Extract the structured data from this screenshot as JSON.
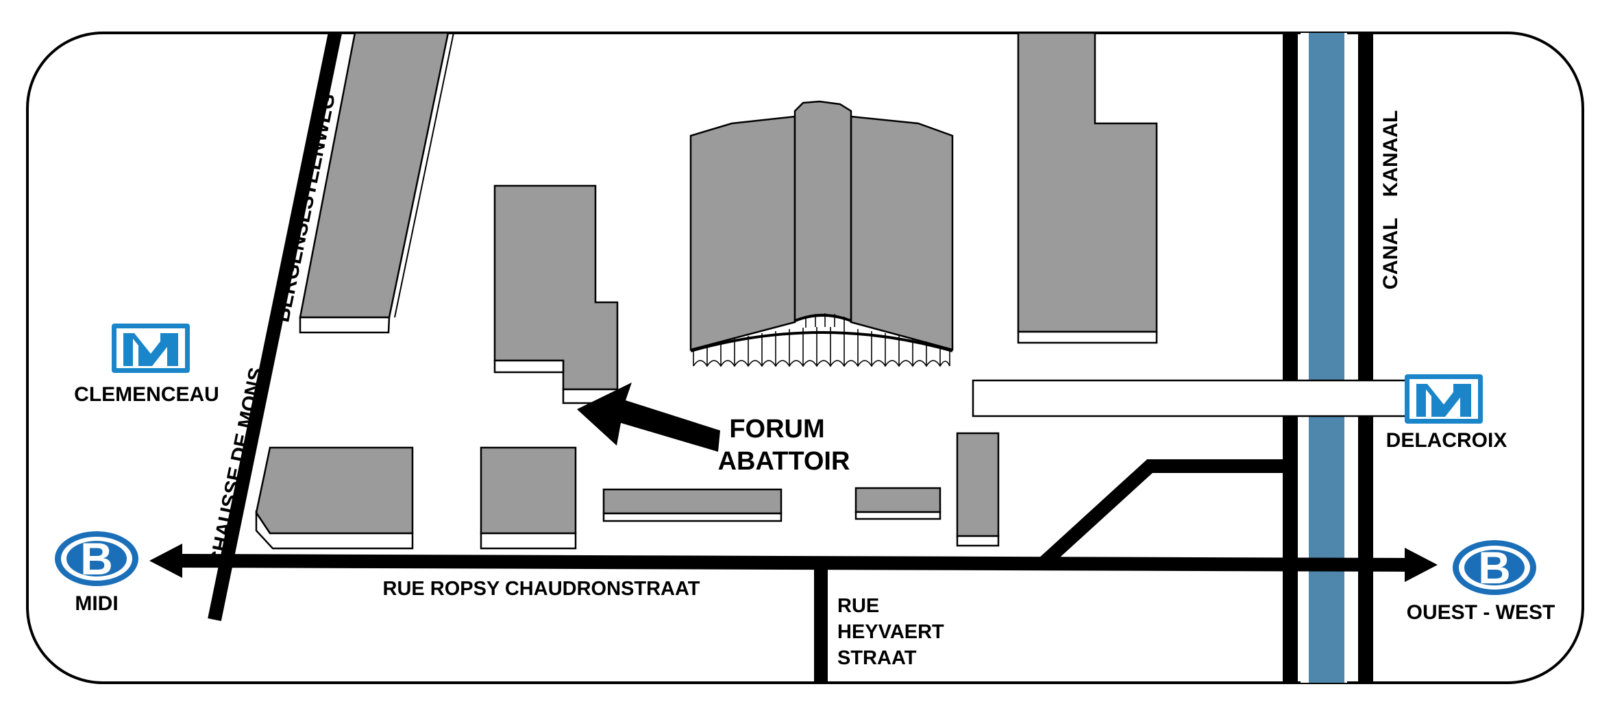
{
  "colors": {
    "building": "#9b9b9b",
    "canal": "#4f87ac",
    "road": "#000000",
    "metro": "#1a85c8",
    "rail": "#1a6fb8",
    "background": "#ffffff"
  },
  "streets": {
    "chaussee_line1": "BERGENSESTEENWEG",
    "chaussee_line2": "CHAUSSE DE MONS",
    "ropsy": "RUE ROPSY CHAUDRONSTRAAT",
    "heyvaert_line1": "RUE",
    "heyvaert_line2": "HEYVAERT",
    "heyvaert_line3": "STRAAT",
    "canal_line1": "KANAAL",
    "canal_line2": "CANAL"
  },
  "stations": {
    "clemenceau": {
      "label": "CLEMENCEAU",
      "icon": "metro-icon"
    },
    "delacroix": {
      "label": "DELACROIX",
      "icon": "metro-icon"
    },
    "midi": {
      "label": "MIDI",
      "icon": "rail-icon",
      "letter": "B"
    },
    "ouest": {
      "label": "OUEST - WEST",
      "icon": "rail-icon",
      "letter": "B"
    }
  },
  "destination": {
    "line1": "FORUM",
    "line2": "ABATTOIR",
    "icon": "arrow-pointer-icon"
  }
}
